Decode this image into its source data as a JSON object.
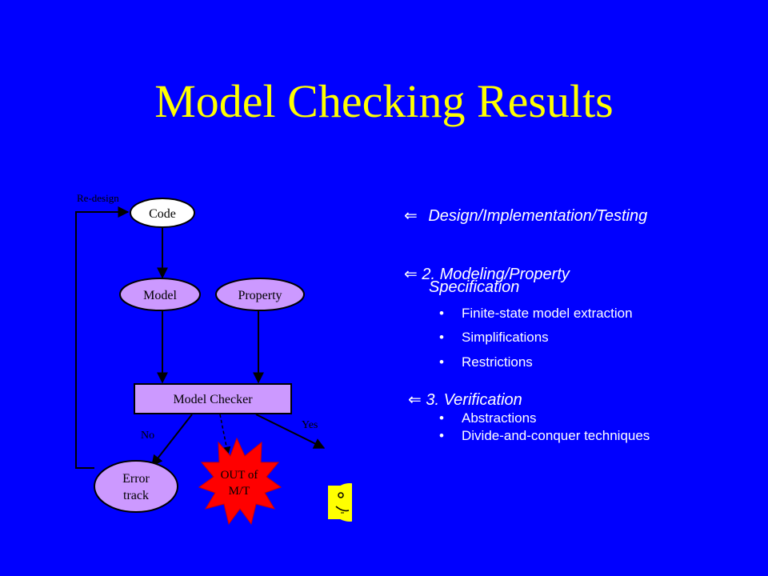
{
  "slide": {
    "title": "Model Checking Results",
    "colors": {
      "background": "#0000FF",
      "title": "#FFFF00",
      "node_fill": "#CC99FF",
      "error_star": "#FF0000",
      "smiley": "#FFFF00"
    }
  },
  "diagram": {
    "redesign_label": "Re-design",
    "code": "Code",
    "model": "Model",
    "property": "Property",
    "model_checker": "Model Checker",
    "no_label": "No",
    "yes_label": "Yes",
    "error_track_line1": "Error",
    "error_track_line2": "track",
    "out_line1": "OUT of",
    "out_line2": "M/T",
    "smiley_icon": "smiley-face-icon"
  },
  "steps": {
    "arrow_glyph": "⇐",
    "step1": "Design/Implementation/Testing",
    "step2_line1": "2. Modeling/Property",
    "step2_line2": "Specification",
    "step2_bullets": [
      "Finite-state model extraction",
      "Simplifications",
      "Restrictions"
    ],
    "step3": "3. Verification",
    "step3_bullets": [
      "Abstractions",
      "Divide-and-conquer techniques"
    ],
    "bullet_glyph": "•"
  }
}
